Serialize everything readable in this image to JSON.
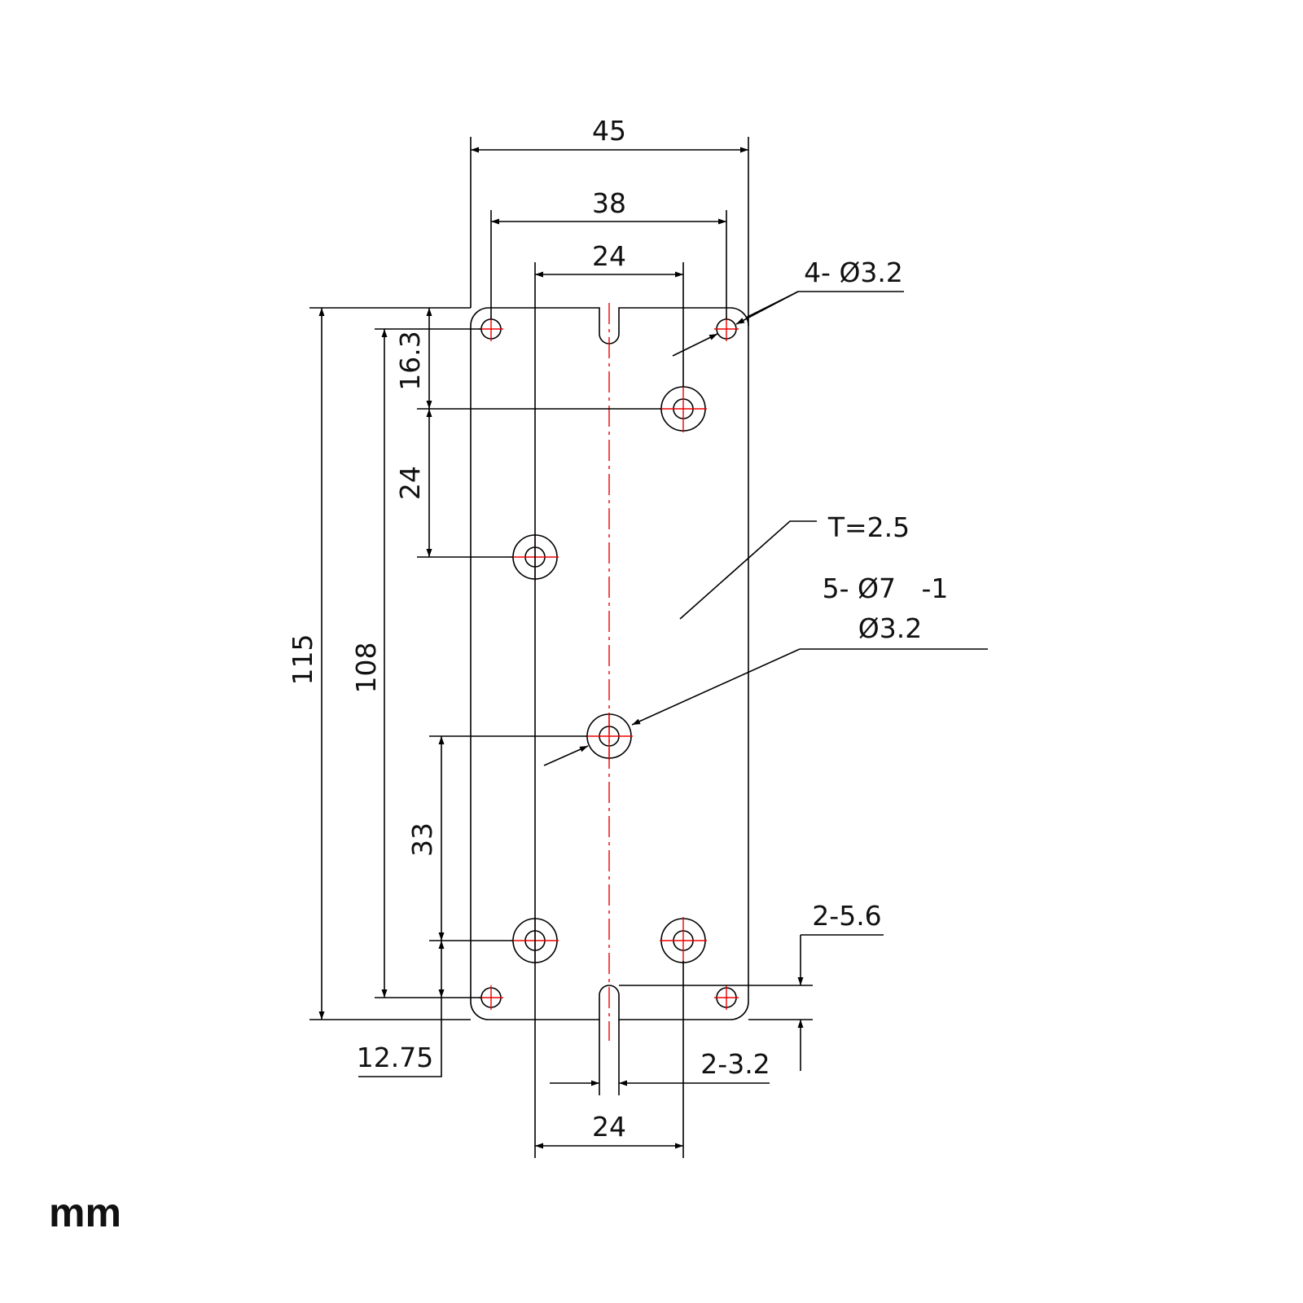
{
  "dimensions": {
    "width_overall": "45",
    "width_corner_holes": "38",
    "width_top_holes": "24",
    "corner_holes": "4- Ø3.2",
    "thickness": "T=2.5",
    "counterbore_holes": "5- Ø7   -1",
    "counterbore_through": "Ø3.2",
    "height_overall": "115",
    "height_corner_holes": "108",
    "top_offset": "16.3",
    "top_spacing": "24",
    "center_to_bottom": "33",
    "bottom_offset": "12.75",
    "slot_depth": "2-5.6",
    "slot_width": "2-3.2",
    "width_bottom_holes": "24"
  },
  "unit": "mm",
  "colors": {
    "outline": "#000000",
    "centerline": "#e00000"
  }
}
